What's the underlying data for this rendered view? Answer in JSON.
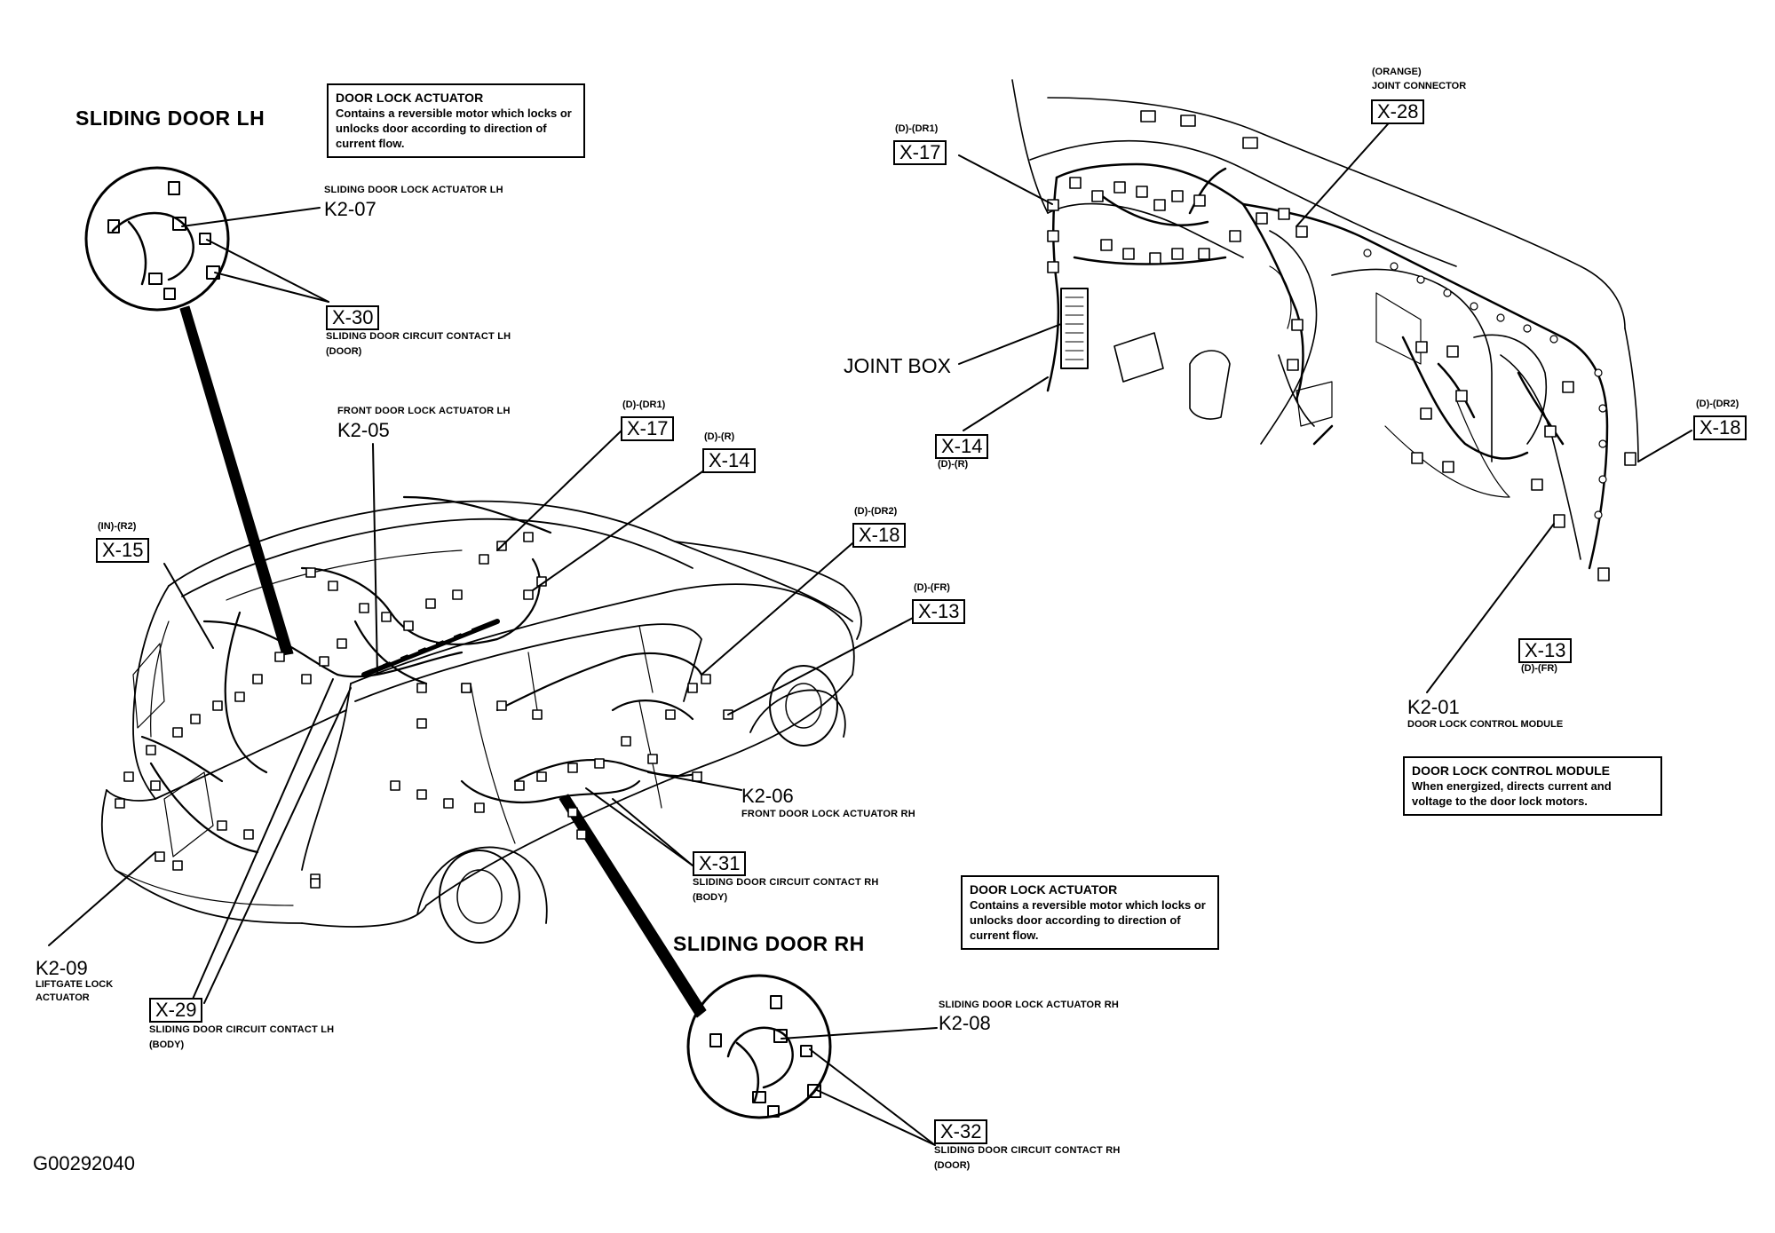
{
  "headings": {
    "sliding_door_lh": "SLIDING DOOR LH",
    "sliding_door_rh": "SLIDING DOOR RH",
    "joint_box": "JOINT BOX"
  },
  "notes": {
    "door_lock_actuator_top": {
      "title": "DOOR LOCK ACTUATOR",
      "body": "Contains a reversible motor which locks or unlocks door according to direction of current flow."
    },
    "door_lock_actuator_bottom": {
      "title": "DOOR LOCK ACTUATOR",
      "body": "Contains a reversible motor which locks or unlocks door according to direction of current flow."
    },
    "door_lock_control_module": {
      "title": "DOOR LOCK CONTROL MODULE",
      "body": "When energized, directs current and voltage to the door lock motors."
    }
  },
  "components": {
    "k2_07": {
      "code": "K2-07",
      "desc": "SLIDING DOOR LOCK ACTUATOR LH"
    },
    "k2_05": {
      "code": "K2-05",
      "desc": "FRONT DOOR LOCK ACTUATOR LH"
    },
    "k2_06": {
      "code": "K2-06",
      "desc": "FRONT DOOR LOCK ACTUATOR RH"
    },
    "k2_08": {
      "code": "K2-08",
      "desc": "SLIDING DOOR LOCK ACTUATOR RH"
    },
    "k2_09": {
      "code": "K2-09",
      "desc_line1": "LIFTGATE LOCK",
      "desc_line2": "ACTUATOR"
    },
    "k2_01": {
      "code": "K2-01",
      "desc": "DOOR LOCK CONTROL MODULE"
    }
  },
  "connectors": {
    "x30": {
      "code": "X-30",
      "desc": "SLIDING DOOR CIRCUIT CONTACT LH",
      "sub": "(DOOR)"
    },
    "x17_car": {
      "code": "X-17",
      "tag": "(D)-(DR1)"
    },
    "x14_car": {
      "code": "X-14",
      "tag": "(D)-(R)"
    },
    "x15": {
      "code": "X-15",
      "tag": "(IN)-(R2)"
    },
    "x18_car": {
      "code": "X-18",
      "tag": "(D)-(DR2)"
    },
    "x13_car": {
      "code": "X-13",
      "tag": "(D)-(FR)"
    },
    "x31": {
      "code": "X-31",
      "desc": "SLIDING DOOR CIRCUIT CONTACT RH",
      "sub": "(BODY)"
    },
    "x29": {
      "code": "X-29",
      "desc": "SLIDING DOOR CIRCUIT CONTACT LH",
      "sub": "(BODY)"
    },
    "x32": {
      "code": "X-32",
      "desc": "SLIDING DOOR CIRCUIT CONTACT RH",
      "sub": "(DOOR)"
    },
    "x17_dash": {
      "code": "X-17",
      "tag": "(D)-(DR1)"
    },
    "x28": {
      "code": "X-28",
      "tag1": "(ORANGE)",
      "tag2": "JOINT CONNECTOR"
    },
    "x14_dash": {
      "code": "X-14",
      "tag": "(D)-(R)"
    },
    "x18_dash": {
      "code": "X-18",
      "tag": "(D)-(DR2)"
    },
    "x13_dash": {
      "code": "X-13",
      "tag": "(D)-(FR)"
    }
  },
  "figure_id": "G00292040"
}
